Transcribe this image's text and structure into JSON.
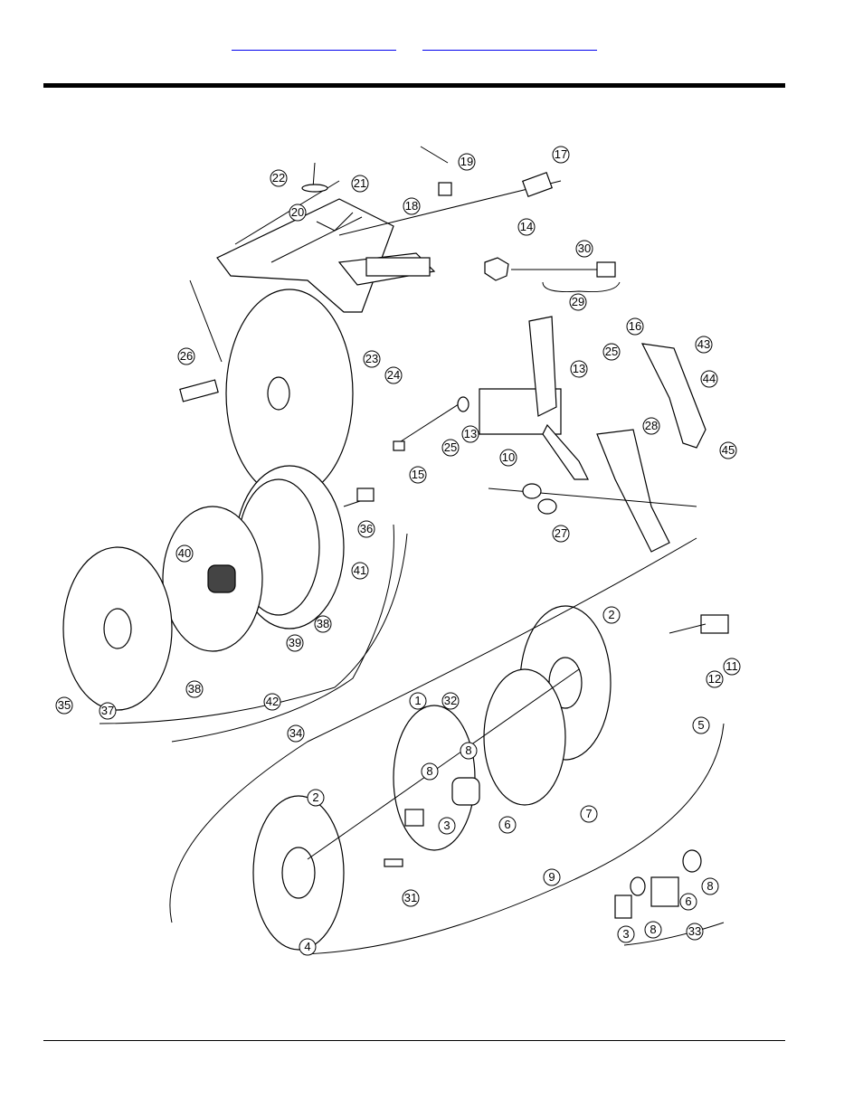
{
  "header": {
    "link_left": "",
    "link_right": ""
  },
  "diagram": {
    "callouts": [
      "1",
      "2",
      "3",
      "4",
      "5",
      "6",
      "7",
      "8",
      "9",
      "10",
      "11",
      "12",
      "13",
      "14",
      "15",
      "16",
      "17",
      "18",
      "19",
      "20",
      "21",
      "22",
      "23",
      "24",
      "25",
      "26",
      "27",
      "28",
      "29",
      "30",
      "31",
      "32",
      "33",
      "34",
      "35",
      "36",
      "37",
      "38",
      "39",
      "40",
      "41",
      "42",
      "43",
      "44",
      "45"
    ]
  }
}
